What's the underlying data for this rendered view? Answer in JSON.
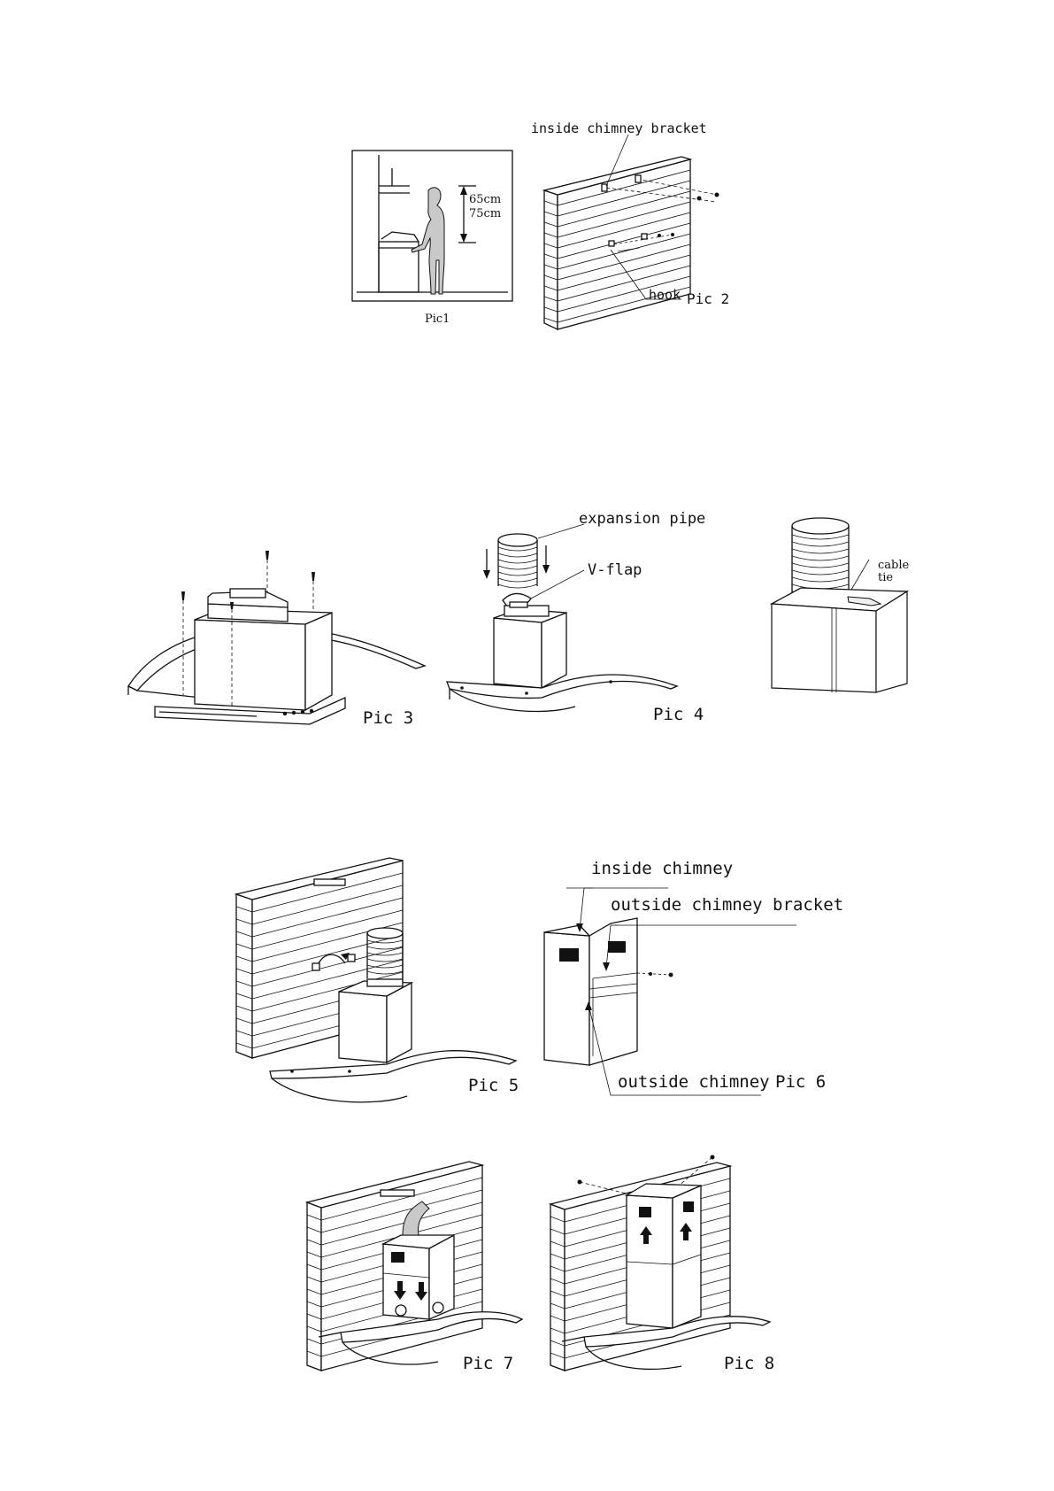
{
  "figures": {
    "pic1": {
      "caption": "Pic1",
      "dim_top": "65cm",
      "dim_bottom": "75cm"
    },
    "pic2": {
      "caption": "Pic 2",
      "label_bracket": "inside chimney bracket",
      "label_hook": "hook"
    },
    "pic3": {
      "caption": "Pic 3"
    },
    "pic4": {
      "caption": "Pic 4",
      "label_pipe": "expansion pipe",
      "label_flap": "V-flap"
    },
    "pic_cable": {
      "label_line1": "cable",
      "label_line2": "tie"
    },
    "pic5": {
      "caption": "Pic 5"
    },
    "pic6": {
      "caption": "Pic 6",
      "label_inside": "inside chimney",
      "label_outside_bracket": "outside chimney bracket",
      "label_outside": "outside chimney"
    },
    "pic7": {
      "caption": "Pic 7"
    },
    "pic8": {
      "caption": "Pic 8"
    }
  }
}
